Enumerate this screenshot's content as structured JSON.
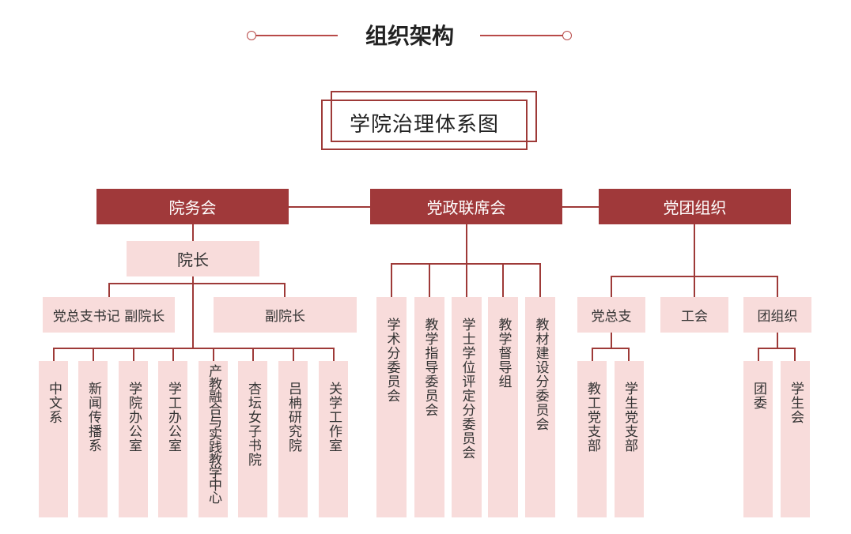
{
  "header": {
    "title": "组织架构"
  },
  "diagram": {
    "title": "学院治理体系图",
    "top": {
      "yuanwuhui": "院务会",
      "dangzheng": "党政联席会",
      "dangtuan": "党团组织"
    },
    "yuanwuhui_branch": {
      "dean": "院长",
      "secretary_vice": "党总支书记 副院长",
      "vice_dean": "副院长",
      "units": [
        "中文系",
        "新闻传播系",
        "学院办公室",
        "学工办公室",
        "产教融合与实践教学中心",
        "杏坛女子书院",
        "吕柟研究院",
        "关学工作室"
      ]
    },
    "dangzheng_branch": {
      "committees": [
        "学术分委员会",
        "教学指导委员会",
        "学士学位评定分委员会",
        "教学督导组",
        "教材建设分委员会"
      ]
    },
    "dangtuan_branch": {
      "party_branch": "党总支",
      "union": "工会",
      "youth_league": "团组织",
      "party_sub": [
        "教工党支部",
        "学生党支部"
      ],
      "league_sub": [
        "团委",
        "学生会"
      ]
    }
  },
  "colors": {
    "dark": "#a0393a",
    "pink": "#f8dcdb",
    "line": "#9e3a38"
  }
}
